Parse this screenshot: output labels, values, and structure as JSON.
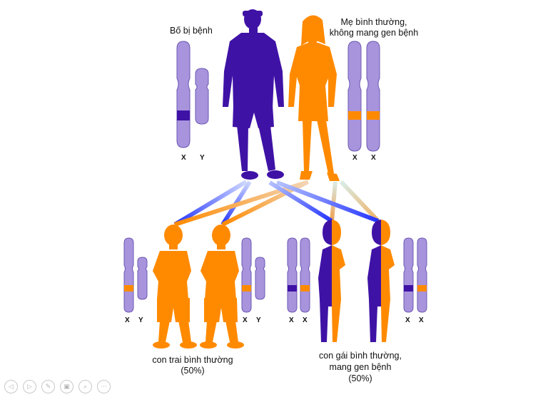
{
  "labels": {
    "father": "Bố bị bệnh",
    "mother_line1": "Mẹ bình thường,",
    "mother_line2": "không mang gen bệnh",
    "son_line1": "con trai bình thường",
    "son_line2": "(50%)",
    "daughter_line1": "con gái bình thường,",
    "daughter_line2": "mang gen bệnh",
    "daughter_line3": "(50%)"
  },
  "chromosomes": {
    "x": "X",
    "y": "Y"
  },
  "colors": {
    "affected": "#3f12a6",
    "normal": "#ff8a00",
    "chromosome_fill": "#a894dc",
    "chromosome_stroke": "#6b57b3",
    "mutant_band": "#3f12a6",
    "normal_band": "#ff8a00"
  },
  "toolbar": {
    "prev_icon": "◁",
    "next_icon": "▷",
    "pen_icon": "✎",
    "slides_icon": "▣",
    "zoom_icon": "⌕",
    "more_icon": "···"
  }
}
